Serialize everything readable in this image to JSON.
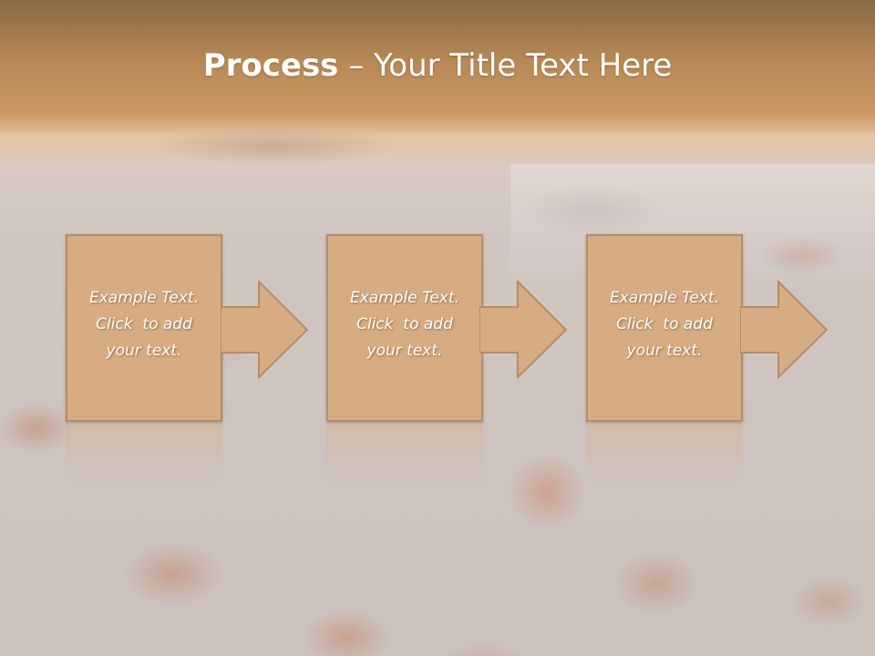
{
  "slide": {
    "title_bold": "Process",
    "title_rest": " – Your Title Text Here"
  },
  "steps": [
    {
      "line1": "Example Text.",
      "line2": "Click  to add",
      "line3": "your text."
    },
    {
      "line1": "Example Text.",
      "line2": "Click  to add",
      "line3": "your text."
    },
    {
      "line1": "Example Text.",
      "line2": "Click  to add",
      "line3": "your text."
    }
  ],
  "colors": {
    "box_fill": "#d7ac82",
    "box_border": "#b48c68",
    "header_band": "#b98a57"
  }
}
